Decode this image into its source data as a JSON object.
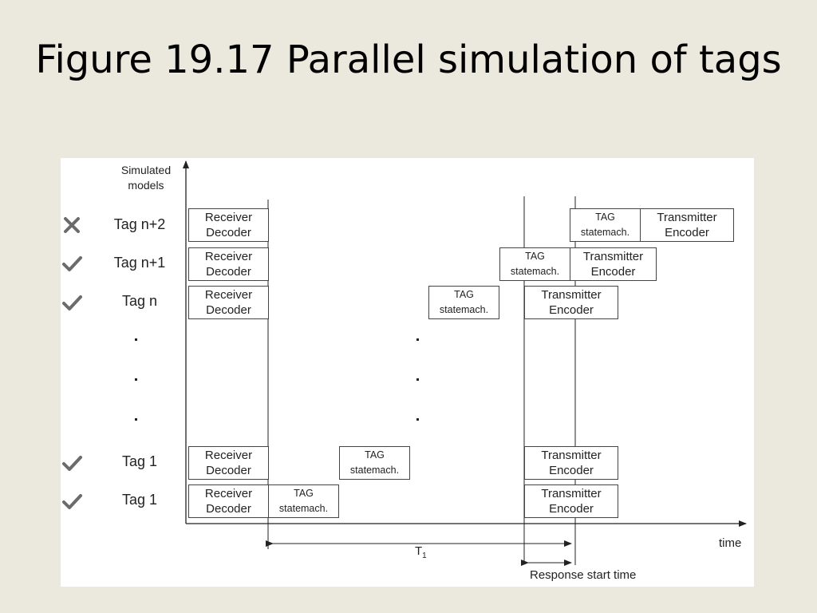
{
  "slide": {
    "title": "Figure 19.17 Parallel simulation of tags"
  },
  "diagram": {
    "y_axis_label": "Simulated models",
    "x_axis_label": "time",
    "t1_label": "T",
    "t1_subscript": "1",
    "response_label": "Response start time",
    "rows": [
      {
        "label": "Tag n+2",
        "status": "x-icon",
        "rx": [
          "Receiver",
          "Decoder"
        ],
        "sm": [
          "TAG",
          "statemach."
        ],
        "tx": [
          "Transmitter",
          "Encoder"
        ]
      },
      {
        "label": "Tag n+1",
        "status": "check-icon",
        "rx": [
          "Receiver",
          "Decoder"
        ],
        "sm": [
          "TAG",
          "statemach."
        ],
        "tx": [
          "Transmitter",
          "Encoder"
        ]
      },
      {
        "label": "Tag n",
        "status": "check-icon",
        "rx": [
          "Receiver",
          "Decoder"
        ],
        "sm": [
          "TAG",
          "statemach."
        ],
        "tx": [
          "Transmitter",
          "Encoder"
        ]
      },
      {
        "label": "Tag 1",
        "status": "check-icon",
        "rx": [
          "Receiver",
          "Decoder"
        ],
        "sm": [
          "TAG",
          "statemach."
        ],
        "tx": [
          "Transmitter",
          "Encoder"
        ]
      },
      {
        "label": "Tag 1",
        "status": "check-icon",
        "rx": [
          "Receiver",
          "Decoder"
        ],
        "sm": [
          "TAG",
          "statemach."
        ],
        "tx": [
          "Transmitter",
          "Encoder"
        ]
      }
    ],
    "colors": {
      "check": "#6b6b6b",
      "line": "#222222"
    }
  }
}
